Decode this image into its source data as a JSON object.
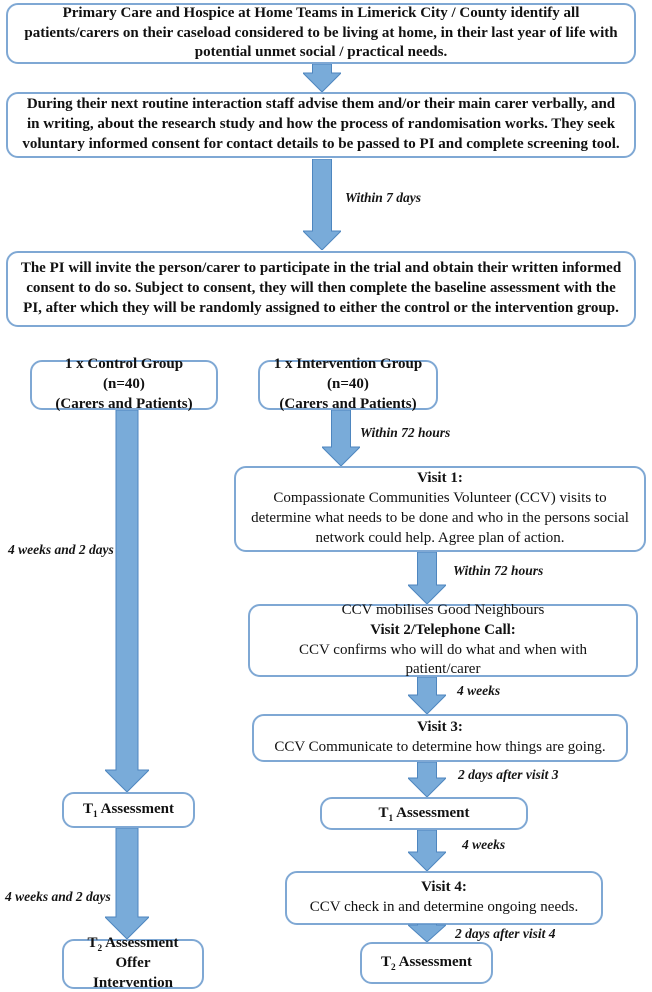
{
  "diagram_title": "Trial flowchart: Primary Care and Hospice at Home randomised study",
  "top_boxes": {
    "identify": "Primary Care and Hospice at Home Teams in Limerick City / County identify all patients/carers on their caseload considered to be living at home, in their last year of life with potential unmet social / practical needs.",
    "advise": "During their next routine interaction staff advise them and/or their main carer verbally, and in writing, about the research study and how the process of randomisation works.  They seek voluntary informed consent for contact details to be passed to PI and complete screening tool.",
    "consent": "The PI will invite the person/carer to participate in the trial and obtain their written informed consent to do so. Subject to consent, they will then complete the baseline assessment with the PI, after which they will be randomly assigned to either the control or the intervention group."
  },
  "groups": {
    "control": {
      "line1": "1 x Control Group (n=40)",
      "line2": "(Carers and Patients)"
    },
    "intervention": {
      "line1": "1 x Intervention Group (n=40)",
      "line2": "(Carers and Patients)"
    }
  },
  "visits": {
    "visit1": {
      "title": "Visit 1:",
      "body": "Compassionate Communities Volunteer (CCV) visits to determine what needs to be done and who in the persons social network could help.  Agree plan of action."
    },
    "visit2": {
      "line1": "CCV mobilises Good Neighbours",
      "title": "Visit 2/Telephone Call:",
      "body": "CCV confirms who will do what and when with patient/carer"
    },
    "visit3": {
      "title": "Visit 3:",
      "body": "CCV Communicate to determine how things are going."
    },
    "visit4": {
      "title": "Visit 4:",
      "body": "CCV check in and determine ongoing needs."
    }
  },
  "assessments": {
    "t1_left": {
      "prefix": "T",
      "sub": "1",
      "rest": " Assessment"
    },
    "t1_right": {
      "prefix": "T",
      "sub": "1",
      "rest": " Assessment"
    },
    "t2_left": {
      "prefix": "T",
      "sub": "2",
      "rest": " Assessment",
      "line2": "Offer Intervention"
    },
    "t2_right": {
      "prefix": "T",
      "sub": "2",
      "rest": " Assessment"
    }
  },
  "labels": {
    "within_7_days": "Within 7 days",
    "within_72_hours_1": "Within 72 hours",
    "within_72_hours_2": "Within 72 hours",
    "four_weeks_1": "4 weeks",
    "four_weeks_2": "4 weeks",
    "two_days_after_visit_3": "2 days after visit 3",
    "two_days_after_visit_4": "2 days after visit 4",
    "four_weeks_two_days_1": "4 weeks and 2 days",
    "four_weeks_two_days_2": "4 weeks and 2 days"
  },
  "colors": {
    "arrow_fill": "#79abd9",
    "arrow_stroke": "#4e86bf",
    "box_border": "#7fa8d4",
    "text": "#111111"
  }
}
